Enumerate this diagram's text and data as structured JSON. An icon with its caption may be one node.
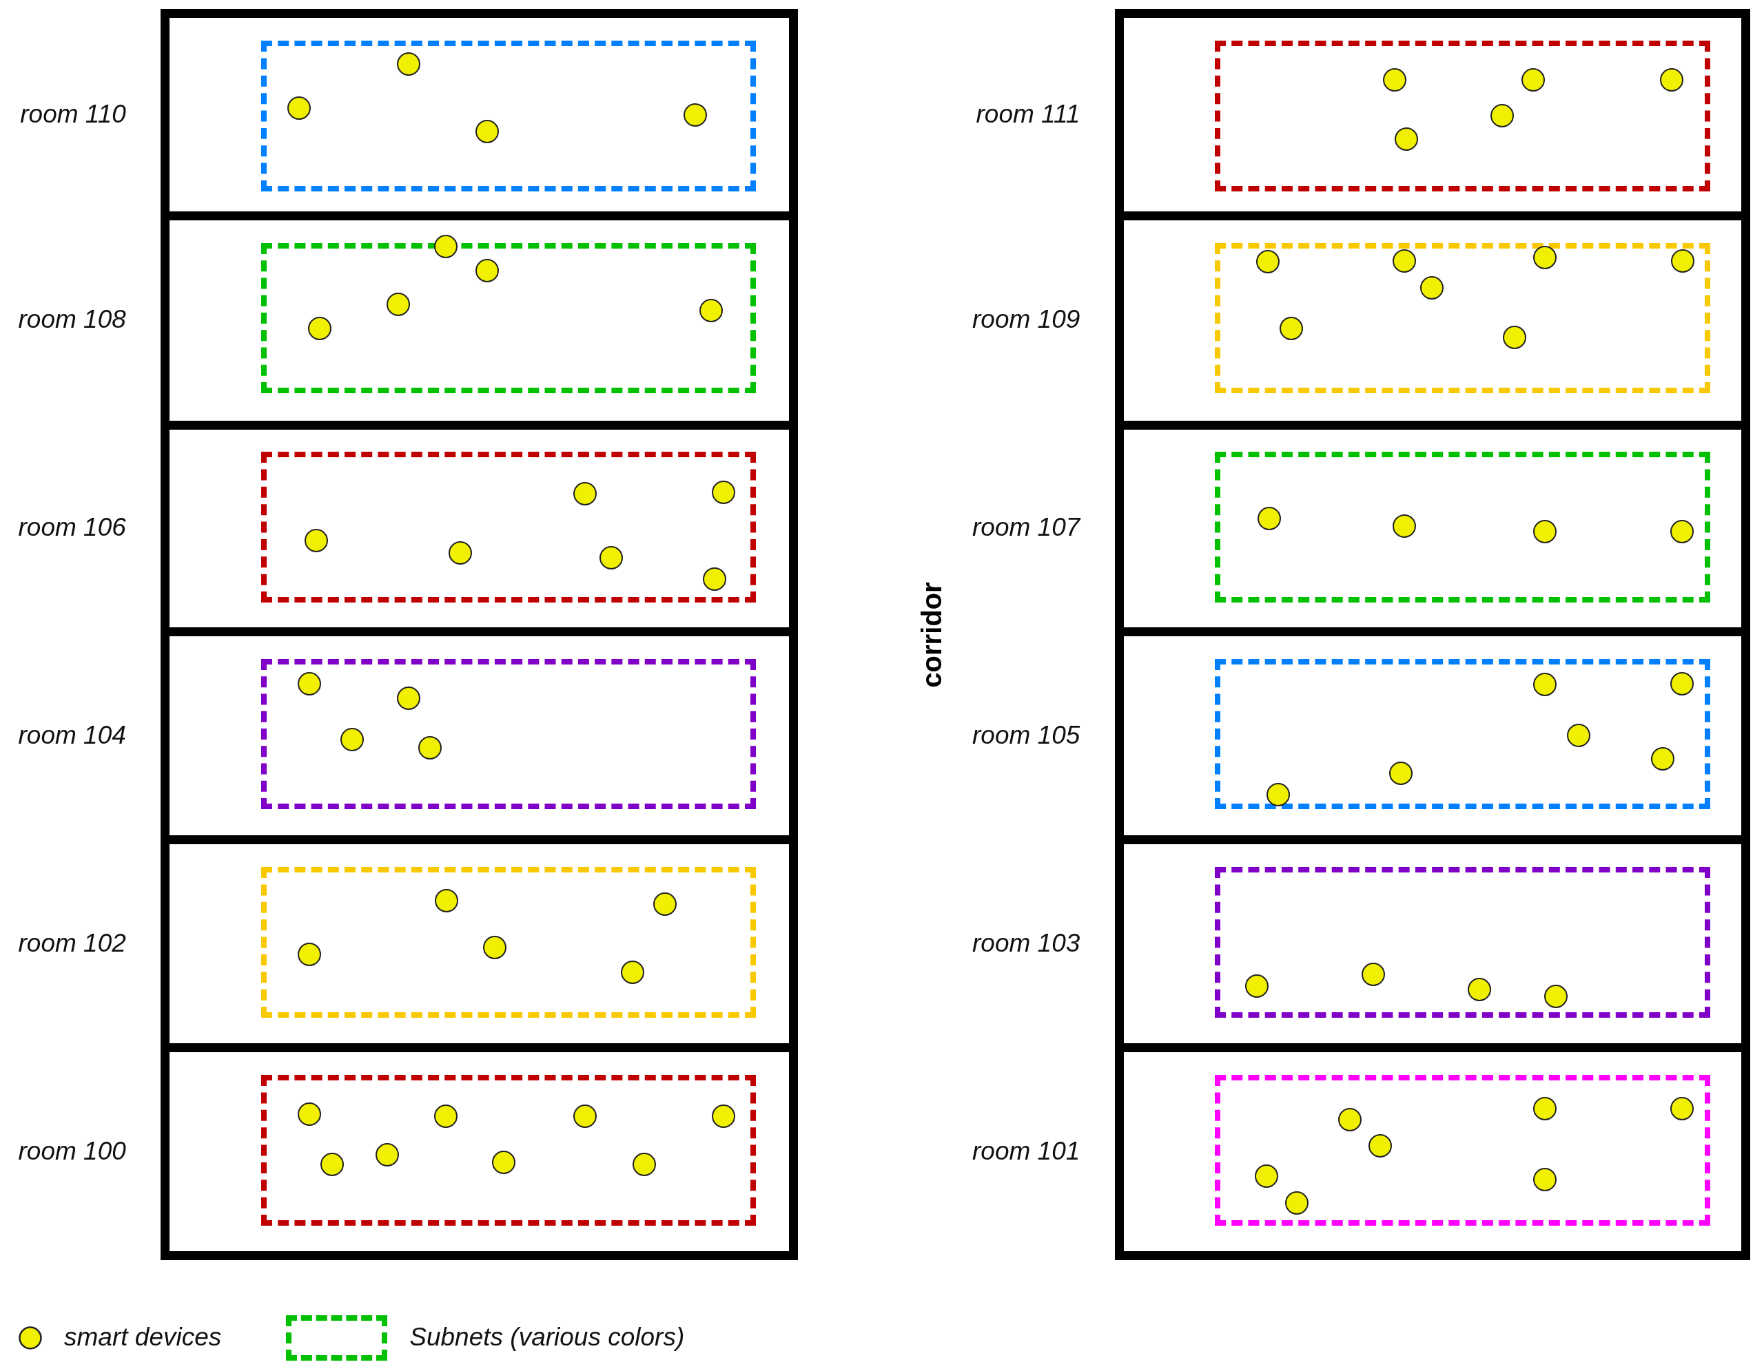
{
  "diagram": {
    "nodes": [
      {
        "text": [
          "room 110"
        ]
      },
      {
        "text": [],
        "shape": "box",
        "in": 0
      },
      {
        "text": [],
        "shape": "circle",
        "in": 1
      },
      {
        "text": [],
        "shape": "circle",
        "in": 1
      },
      {
        "text": [],
        "shape": "circle",
        "in": 1
      },
      {
        "text": [],
        "shape": "circle",
        "in": 1
      },
      {
        "text": [
          "room 108"
        ]
      },
      {
        "text": [],
        "shape": "box",
        "in": 6
      },
      {
        "text": [],
        "shape": "circle",
        "in": 7
      },
      {
        "text": [],
        "shape": "circle",
        "in": 7
      },
      {
        "text": [],
        "shape": "circle",
        "in": 7
      },
      {
        "text": [],
        "shape": "circle",
        "in": 7
      },
      {
        "text": [],
        "shape": "circle",
        "in": 7
      },
      {
        "text": [
          "room 106"
        ]
      },
      {
        "text": [],
        "shape": "box",
        "in": 13
      },
      {
        "text": [],
        "shape": "circle",
        "in": 14
      },
      {
        "text": [],
        "shape": "circle",
        "in": 14
      },
      {
        "text": [],
        "shape": "circle",
        "in": 14
      },
      {
        "text": [],
        "shape": "circle",
        "in": 14
      },
      {
        "text": [],
        "shape": "circle",
        "in": 14
      },
      {
        "text": [],
        "shape": "circle",
        "in": 14
      },
      {
        "text": [
          "room 104"
        ]
      },
      {
        "text": [],
        "shape": "box",
        "in": 21
      },
      {
        "text": [],
        "shape": "circle",
        "in": 22
      },
      {
        "text": [],
        "shape": "circle",
        "in": 22
      },
      {
        "text": [],
        "shape": "circle",
        "in": 22
      },
      {
        "text": [],
        "shape": "circle",
        "in": 22
      },
      {
        "text": [
          "room 102"
        ]
      },
      {
        "text": [],
        "shape": "box",
        "in": 27
      },
      {
        "text": [],
        "shape": "circle",
        "in": 28
      },
      {
        "text": [],
        "shape": "circle",
        "in": 28
      },
      {
        "text": [],
        "shape": "circle",
        "in": 28
      },
      {
        "text": [],
        "shape": "circle",
        "in": 28
      },
      {
        "text": [],
        "shape": "circle",
        "in": 28
      },
      {
        "text": [
          "room 100"
        ]
      },
      {
        "text": [],
        "shape": "box",
        "in": 34
      },
      {
        "text": [],
        "shape": "circle",
        "in": 35
      },
      {
        "text": [],
        "shape": "circle",
        "in": 35
      },
      {
        "text": [],
        "shape": "circle",
        "in": 35
      },
      {
        "text": [],
        "shape": "circle",
        "in": 35
      },
      {
        "text": [],
        "shape": "circle",
        "in": 35
      },
      {
        "text": [],
        "shape": "circle",
        "in": 35
      },
      {
        "text": [],
        "shape": "circle",
        "in": 35
      },
      {
        "text": [],
        "shape": "circle",
        "in": 35
      },
      {
        "text": [
          "room 111"
        ]
      },
      {
        "text": [],
        "shape": "box",
        "in": 44
      },
      {
        "text": [],
        "shape": "circle",
        "in": 45
      },
      {
        "text": [],
        "shape": "circle",
        "in": 45
      },
      {
        "text": [],
        "shape": "circle",
        "in": 45
      },
      {
        "text": [],
        "shape": "circle",
        "in": 45
      },
      {
        "text": [],
        "shape": "circle",
        "in": 45
      },
      {
        "text": [
          "room 109"
        ]
      },
      {
        "text": [],
        "shape": "box",
        "in": 51
      },
      {
        "text": [],
        "shape": "circle",
        "in": 52
      },
      {
        "text": [],
        "shape": "circle",
        "in": 52
      },
      {
        "text": [],
        "shape": "circle",
        "in": 52
      },
      {
        "text": [],
        "shape": "circle",
        "in": 52
      },
      {
        "text": [],
        "shape": "circle",
        "in": 52
      },
      {
        "text": [],
        "shape": "circle",
        "in": 52
      },
      {
        "text": [],
        "shape": "circle",
        "in": 52
      },
      {
        "text": [
          "room 107"
        ]
      },
      {
        "text": [],
        "shape": "box",
        "in": 60
      },
      {
        "text": [],
        "shape": "circle",
        "in": 61
      },
      {
        "text": [],
        "shape": "circle",
        "in": 61
      },
      {
        "text": [],
        "shape": "circle",
        "in": 61
      },
      {
        "text": [],
        "shape": "circle",
        "in": 61
      },
      {
        "text": [
          "room 105"
        ]
      },
      {
        "text": [],
        "shape": "box",
        "in": 66
      },
      {
        "text": [],
        "shape": "circle",
        "in": 67
      },
      {
        "text": [],
        "shape": "circle",
        "in": 67
      },
      {
        "text": [],
        "shape": "circle",
        "in": 67
      },
      {
        "text": [],
        "shape": "circle",
        "in": 67
      },
      {
        "text": [],
        "shape": "circle",
        "in": 67
      },
      {
        "text": [],
        "shape": "circle",
        "in": 67
      },
      {
        "text": [
          "room 103"
        ]
      },
      {
        "text": [],
        "shape": "box",
        "in": 74
      },
      {
        "text": [],
        "shape": "circle",
        "in": 75
      },
      {
        "text": [],
        "shape": "circle",
        "in": 75
      },
      {
        "text": [],
        "shape": "circle",
        "in": 75
      },
      {
        "text": [],
        "shape": "circle",
        "in": 75
      },
      {
        "text": [
          "room 101"
        ]
      },
      {
        "text": [],
        "shape": "box",
        "in": 80
      },
      {
        "text": [],
        "shape": "circle",
        "in": 81
      },
      {
        "text": [],
        "shape": "circle",
        "in": 81
      },
      {
        "text": [],
        "shape": "circle",
        "in": 81
      },
      {
        "text": [],
        "shape": "circle",
        "in": 81
      },
      {
        "text": [],
        "shape": "circle",
        "in": 81
      },
      {
        "text": [],
        "shape": "circle",
        "in": 81
      },
      {
        "text": [],
        "shape": "circle",
        "in": 81
      }
    ],
    "labels": [
      "corridor"
    ],
    "legend": [
      {
        "text": "smart devices"
      },
      {
        "text": "Subnets (various colors)"
      }
    ]
  }
}
